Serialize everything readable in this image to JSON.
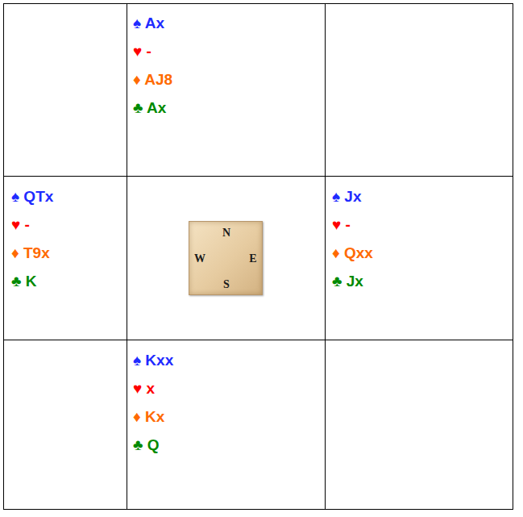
{
  "diagram": {
    "nodes": [
      {
        "text": [
          "♠ Ax",
          "♥ -",
          "♦ AJ8",
          "♣ Ax"
        ]
      },
      {
        "text": [
          "♠ QTx",
          "♥ -",
          "♦ T9x",
          "♣ K"
        ]
      },
      {
        "text": [
          "N",
          "W",
          "E",
          "S"
        ]
      },
      {
        "text": [
          "♠ Jx",
          "♥ -",
          "♦ Qxx",
          "♣ Jx"
        ]
      },
      {
        "text": [
          "♠ Kxx",
          "♥ x",
          "♦ Kx",
          "♣ Q"
        ]
      }
    ]
  }
}
